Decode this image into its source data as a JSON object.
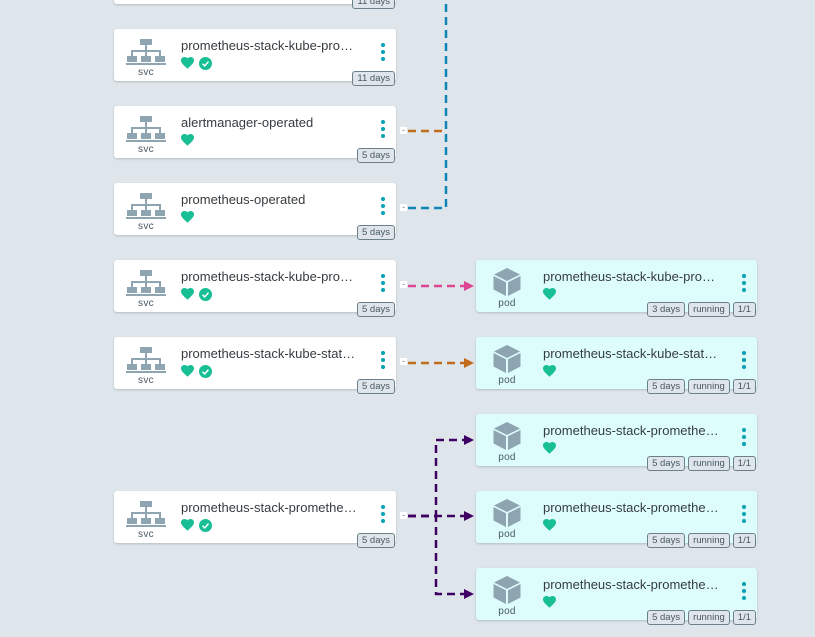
{
  "colors": {
    "background": "#dee6eb",
    "accent_teal": "#00a2b3",
    "healthy_green": "#18be94",
    "edge_blue": "#1183b5",
    "edge_orange": "#c16c1c",
    "edge_pink": "#dd4693",
    "edge_purple": "#3d0263"
  },
  "services": [
    {
      "title": "",
      "kind": "svc",
      "icon": "service-network-icon",
      "health": [
        "heart-icon",
        "check-circle-icon"
      ],
      "tags": [
        "11 days"
      ]
    },
    {
      "title": "prometheus-stack-kube-prom...",
      "kind": "svc",
      "icon": "service-network-icon",
      "health": [
        "heart-icon",
        "check-circle-icon"
      ],
      "tags": [
        "11 days"
      ]
    },
    {
      "title": "alertmanager-operated",
      "kind": "svc",
      "icon": "service-network-icon",
      "health": [
        "heart-icon"
      ],
      "tags": [
        "5 days"
      ]
    },
    {
      "title": "prometheus-operated",
      "kind": "svc",
      "icon": "service-network-icon",
      "health": [
        "heart-icon"
      ],
      "tags": [
        "5 days"
      ]
    },
    {
      "title": "prometheus-stack-kube-prom...",
      "kind": "svc",
      "icon": "service-network-icon",
      "health": [
        "heart-icon",
        "check-circle-icon"
      ],
      "tags": [
        "5 days"
      ]
    },
    {
      "title": "prometheus-stack-kube-state-...",
      "kind": "svc",
      "icon": "service-network-icon",
      "health": [
        "heart-icon",
        "check-circle-icon"
      ],
      "tags": [
        "5 days"
      ]
    },
    {
      "title": "prometheus-stack-prometheu...",
      "kind": "svc",
      "icon": "service-network-icon",
      "health": [
        "heart-icon",
        "check-circle-icon"
      ],
      "tags": [
        "5 days"
      ]
    }
  ],
  "pods": [
    {
      "title": "prometheus-stack-kube-prom...",
      "kind": "pod",
      "icon": "pod-cube-icon",
      "health": [
        "heart-icon"
      ],
      "tags": [
        "3 days",
        "running",
        "1/1"
      ]
    },
    {
      "title": "prometheus-stack-kube-state-...",
      "kind": "pod",
      "icon": "pod-cube-icon",
      "health": [
        "heart-icon"
      ],
      "tags": [
        "5 days",
        "running",
        "1/1"
      ]
    },
    {
      "title": "prometheus-stack-prometheu...",
      "kind": "pod",
      "icon": "pod-cube-icon",
      "health": [
        "heart-icon"
      ],
      "tags": [
        "5 days",
        "running",
        "1/1"
      ]
    },
    {
      "title": "prometheus-stack-prometheu...",
      "kind": "pod",
      "icon": "pod-cube-icon",
      "health": [
        "heart-icon"
      ],
      "tags": [
        "5 days",
        "running",
        "1/1"
      ]
    },
    {
      "title": "prometheus-stack-prometheu...",
      "kind": "pod",
      "icon": "pod-cube-icon",
      "health": [
        "heart-icon"
      ],
      "tags": [
        "5 days",
        "running",
        "1/1"
      ]
    }
  ]
}
